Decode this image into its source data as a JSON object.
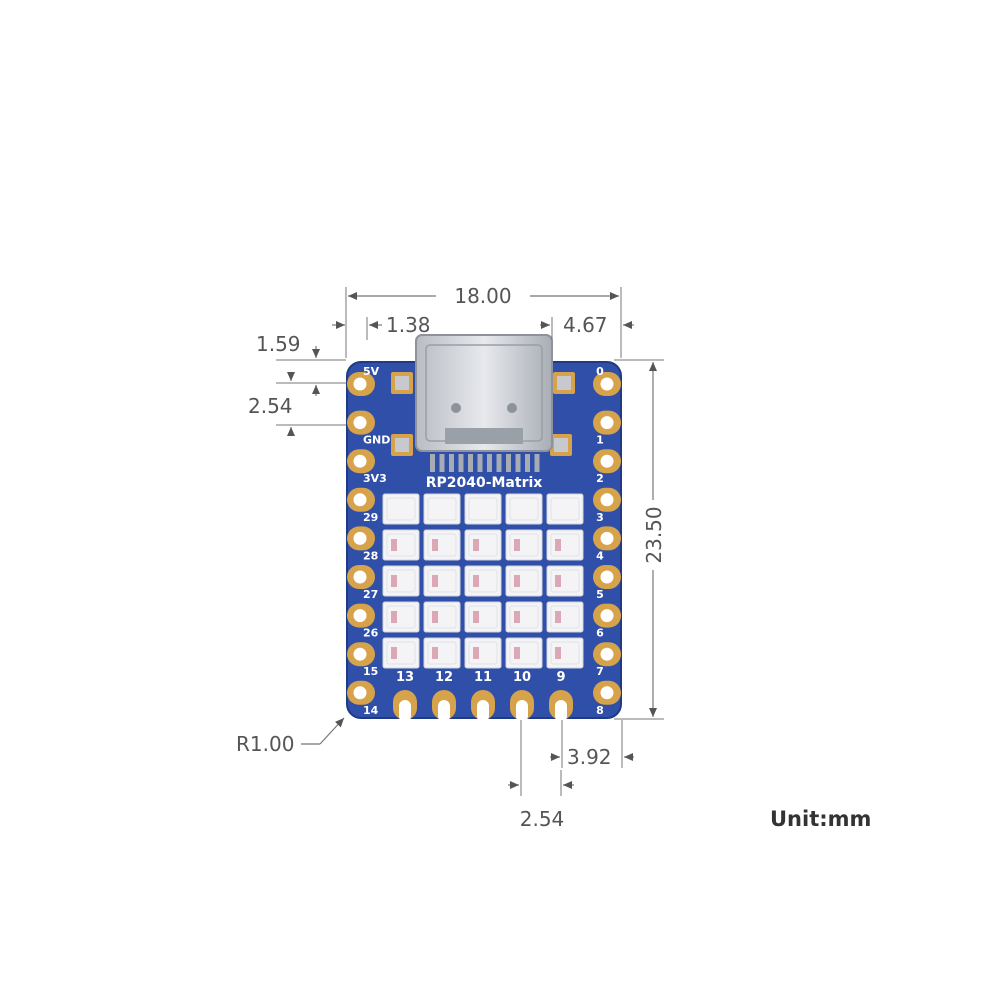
{
  "board": {
    "name": "RP2040-Matrix",
    "pins_left": [
      "5V",
      "GND",
      "3V3",
      "29",
      "28",
      "27",
      "26",
      "15",
      "14"
    ],
    "pins_right": [
      "0",
      "1",
      "2",
      "3",
      "4",
      "5",
      "6",
      "7",
      "8"
    ],
    "pins_bottom": [
      "13",
      "12",
      "11",
      "10",
      "9"
    ],
    "led_grid": {
      "rows": 5,
      "cols": 5
    },
    "colors": {
      "pcb": "#2f4fa8",
      "pad": "#d6a24a",
      "led": "#f4f4f6",
      "usb": "#c9ccd2"
    }
  },
  "dimensions": {
    "width": "18.00",
    "usb_offset_left": "1.38",
    "usb_offset_right": "4.67",
    "top_pin_offset": "1.59",
    "pin_pitch_left": "2.54",
    "height": "23.50",
    "corner_radius": "R1.00",
    "bottom_right_offset": "3.92",
    "pin_pitch_bottom": "2.54"
  },
  "unit_label": "Unit:mm"
}
